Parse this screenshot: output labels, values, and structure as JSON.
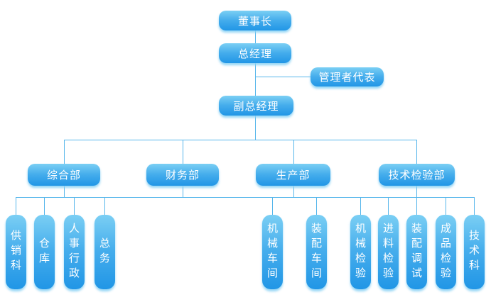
{
  "org_chart": {
    "chairman": {
      "label": "董事长"
    },
    "general_manager": {
      "label": "总经理"
    },
    "management_representative": {
      "label": "管理者代表"
    },
    "deputy_general_manager": {
      "label": "副总经理"
    },
    "departments": [
      {
        "label": "综合部",
        "children": [
          {
            "label": "供销科"
          },
          {
            "label": "仓库"
          },
          {
            "label": "人事行政"
          },
          {
            "label": "总务"
          }
        ]
      },
      {
        "label": "财务部",
        "children": []
      },
      {
        "label": "生产部",
        "children": [
          {
            "label": "机械车间"
          },
          {
            "label": "装配车间"
          }
        ]
      },
      {
        "label": "技术检验部",
        "children": [
          {
            "label": "机械检验"
          },
          {
            "label": "进料检验"
          },
          {
            "label": "装配调试"
          },
          {
            "label": "成品检验"
          },
          {
            "label": "技术科"
          }
        ]
      }
    ],
    "colors": {
      "box_gradient_top": "#7bcff4",
      "box_gradient_bottom": "#2196e6",
      "connector_line": "#56b6eb",
      "text": "#ffffff",
      "background": "#ffffff"
    }
  }
}
